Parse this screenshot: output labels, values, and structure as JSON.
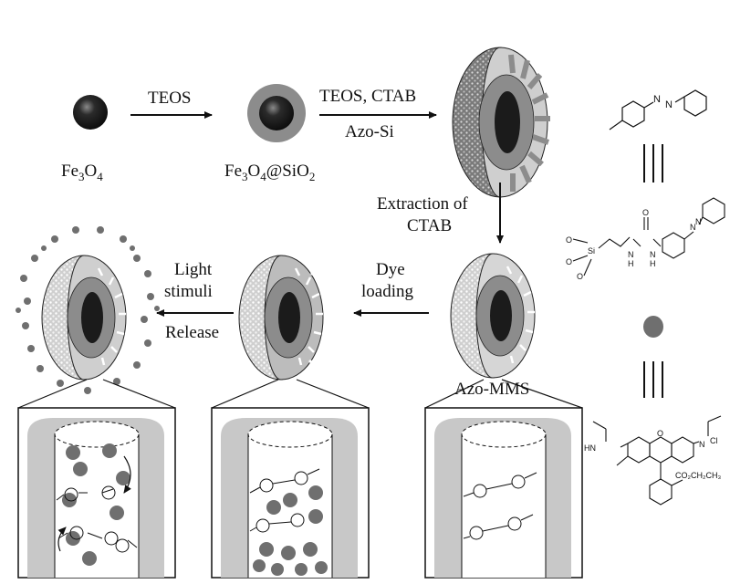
{
  "labels": {
    "fe3o4": "Fe",
    "fe3o4_sub1": "3",
    "fe3o4_o": "O",
    "fe3o4_sub2": "4",
    "core_shell_fe": "Fe",
    "core_shell_sub1": "3",
    "core_shell_o": "O",
    "core_shell_sub2": "4",
    "core_shell_at": "@SiO",
    "core_shell_sub3": "2",
    "azo_mms": "Azo-MMS"
  },
  "arrows": {
    "teos": "TEOS",
    "teos_ctab": "TEOS, CTAB",
    "azo_si": "Azo-Si",
    "extraction_line1": "Extraction of",
    "extraction_line2": "CTAB",
    "dye_line1": "Dye",
    "dye_line2": "loading",
    "light_line1": "Light",
    "light_line2": "stimuli",
    "release": "Release"
  },
  "chemistry": {
    "azo_n": "N",
    "silane_si": "Si",
    "silane_o": "O",
    "silane_h": "H",
    "silane_n": "N",
    "dye_hn": "HN",
    "dye_o": "O",
    "dye_ncl": "N",
    "dye_cl": "Cl",
    "dye_ester": "CO₂CH₂CH₃"
  },
  "colors": {
    "core": "#1f1f1f",
    "silica_shell": "#8c8c8c",
    "mesoporous": "#c4c4c4",
    "dye_ball": "#6f6f6f",
    "pore_wall": "#c8c8c8"
  }
}
